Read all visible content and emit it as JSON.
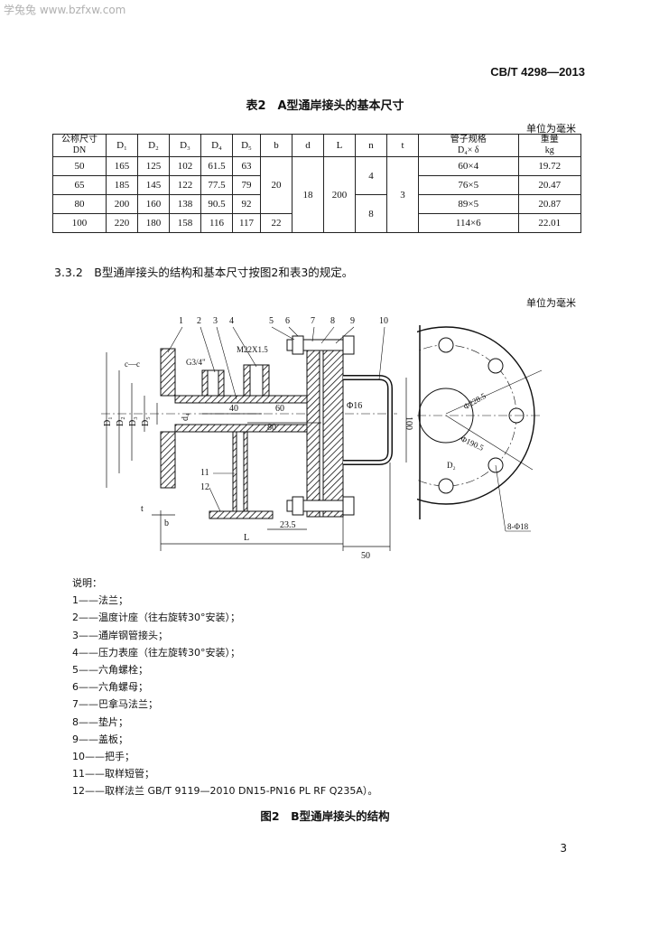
{
  "watermark": "学兔兔 www.bzfxw.com",
  "standard_number": "CB/T 4298—2013",
  "table2": {
    "title": "表2　A型通岸接头的基本尺寸",
    "unit": "单位为毫米",
    "headers": {
      "dn_1": "公称尺寸",
      "dn_2": "DN",
      "d1": "D₁",
      "d2": "D₂",
      "d3": "D₃",
      "d4": "D₄",
      "d5": "D₅",
      "b": "b",
      "d": "d",
      "L": "L",
      "n": "n",
      "t": "t",
      "pipe_1": "管子规格",
      "pipe_2": "D₄× δ",
      "weight_1": "重量",
      "weight_2": "kg"
    },
    "rows": [
      {
        "dn": "50",
        "d1": "165",
        "d2": "125",
        "d3": "102",
        "d4": "61.5",
        "d5": "63",
        "pipe": "60×4",
        "weight": "19.72"
      },
      {
        "dn": "65",
        "d1": "185",
        "d2": "145",
        "d3": "122",
        "d4": "77.5",
        "d5": "79",
        "pipe": "76×5",
        "weight": "20.47"
      },
      {
        "dn": "80",
        "d1": "200",
        "d2": "160",
        "d3": "138",
        "d4": "90.5",
        "d5": "92",
        "pipe": "89×5",
        "weight": "20.87"
      },
      {
        "dn": "100",
        "d1": "220",
        "d2": "180",
        "d3": "158",
        "d4": "116",
        "d5": "117",
        "pipe": "114×6",
        "weight": "22.01"
      }
    ],
    "merged": {
      "b_top": "20",
      "b_bottom": "22",
      "d": "18",
      "L": "200",
      "n_top": "4",
      "n_bottom": "8",
      "t": "3"
    }
  },
  "clause": "3.3.2　B型通岸接头的结构和基本尺寸按图2和表3的规定。",
  "figure_unit": "单位为毫米",
  "drawing": {
    "callouts": [
      "1",
      "2",
      "3",
      "4",
      "5",
      "6",
      "7",
      "8",
      "9",
      "10",
      "11",
      "12"
    ],
    "thread_bolt": "M22X1.5",
    "thread_pipe": "G3/4\"",
    "section_mark": "c—c",
    "dim_40": "40",
    "dim_60": "60",
    "dim_80": "80",
    "dim_235": "23.5",
    "dim_phi16": "Φ16",
    "dim_100": "100",
    "dim_L": "L",
    "dim_50": "50",
    "dim_b": "b",
    "dim_t": "t",
    "dim_D1": "D₁",
    "dim_D2": "D₂",
    "dim_D3": "D₃",
    "dim_D5": "D₅",
    "dim_d4": "d₄",
    "circle_228": "Φ228.5",
    "circle_190": "Φ190.5",
    "circle_D2": "D₂",
    "holes": "8-Φ18"
  },
  "notes": {
    "title": "说明：",
    "items": [
      "1——法兰；",
      "2——温度计座（往右旋转30°安装）；",
      "3——通岸钢管接头；",
      "4——压力表座（往左旋转30°安装）；",
      "5——六角螺栓；",
      "6——六角螺母；",
      "7——巴拿马法兰；",
      "8——垫片；",
      "9——盖板；",
      "10——把手；",
      "11——取样短管；",
      "12——取样法兰 GB/T 9119—2010 DN15-PN16 PL RF Q235A）。"
    ]
  },
  "figure_title": "图2　B型通岸接头的结构",
  "page_number": "3"
}
